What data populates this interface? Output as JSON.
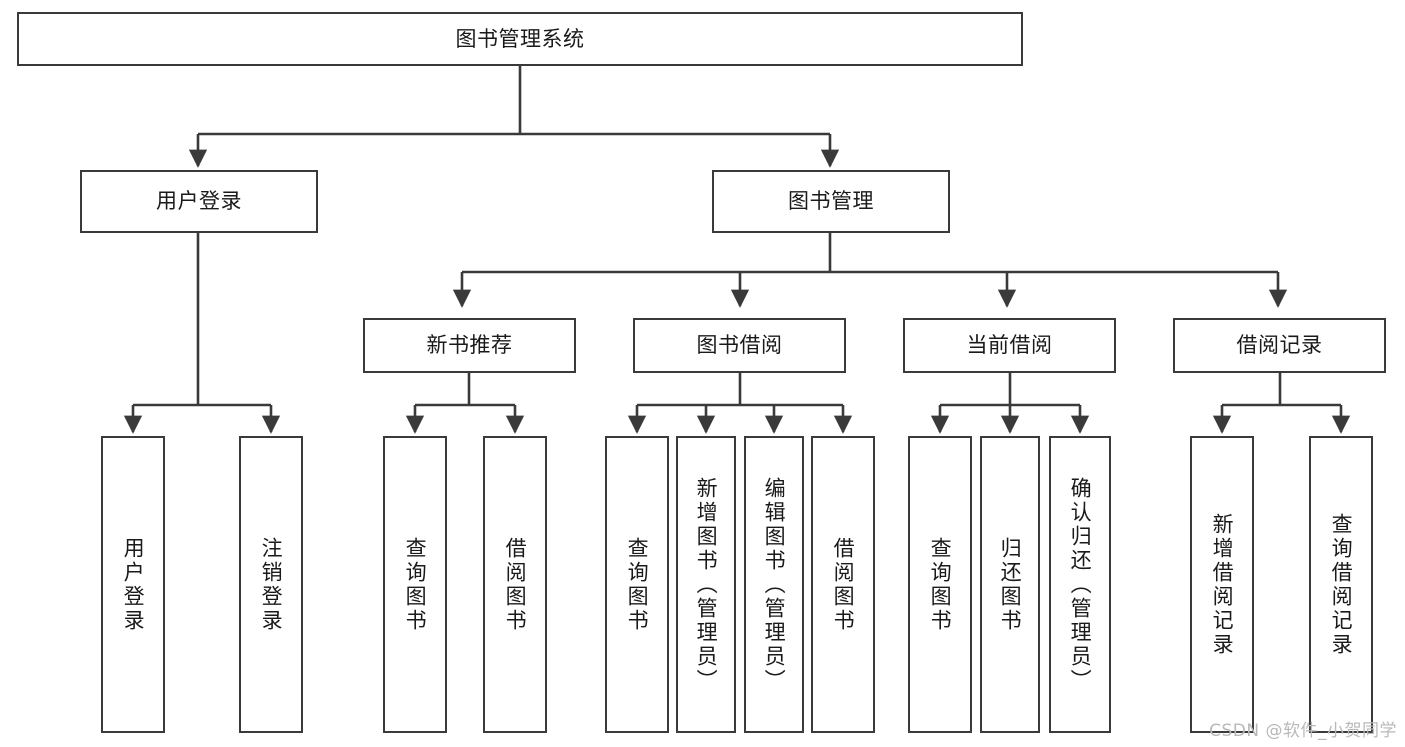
{
  "diagram": {
    "type": "tree",
    "title": "图书管理系统",
    "watermark": "CSDN @软件_小贺同学",
    "colors": {
      "box_border": "#3a3a3a",
      "box_fill": "#ffffff",
      "connector": "#3a3a3a",
      "text": "#1a1a1a",
      "watermark": "#b9b9b9"
    },
    "nodes": {
      "root": {
        "label": "图书管理系统"
      },
      "level2": [
        {
          "id": "user-login",
          "label": "用户登录"
        },
        {
          "id": "book-manage",
          "label": "图书管理"
        }
      ],
      "level3": [
        {
          "id": "new-book-recommend",
          "label": "新书推荐"
        },
        {
          "id": "book-borrow",
          "label": "图书借阅"
        },
        {
          "id": "current-borrow",
          "label": "当前借阅"
        },
        {
          "id": "borrow-record",
          "label": "借阅记录"
        }
      ],
      "leaves": [
        {
          "id": "leaf-user-login",
          "label": "用户登录",
          "parent": "user-login"
        },
        {
          "id": "leaf-logout",
          "label": "注销登录",
          "parent": "user-login"
        },
        {
          "id": "leaf-query-book-1",
          "label": "查询图书",
          "parent": "new-book-recommend"
        },
        {
          "id": "leaf-borrow-book-1",
          "label": "借阅图书",
          "parent": "new-book-recommend"
        },
        {
          "id": "leaf-query-book-2",
          "label": "查询图书",
          "parent": "book-borrow"
        },
        {
          "id": "leaf-add-book",
          "label": "新增图书（管理员）",
          "parent": "book-borrow"
        },
        {
          "id": "leaf-edit-book",
          "label": "编辑图书（管理员）",
          "parent": "book-borrow"
        },
        {
          "id": "leaf-borrow-book-2",
          "label": "借阅图书",
          "parent": "book-borrow"
        },
        {
          "id": "leaf-query-book-3",
          "label": "查询图书",
          "parent": "current-borrow"
        },
        {
          "id": "leaf-return-book",
          "label": "归还图书",
          "parent": "current-borrow"
        },
        {
          "id": "leaf-confirm-return",
          "label": "确认归还（管理员）",
          "parent": "current-borrow"
        },
        {
          "id": "leaf-add-record",
          "label": "新增借阅记录",
          "parent": "borrow-record"
        },
        {
          "id": "leaf-query-record",
          "label": "查询借阅记录",
          "parent": "borrow-record"
        }
      ]
    }
  }
}
